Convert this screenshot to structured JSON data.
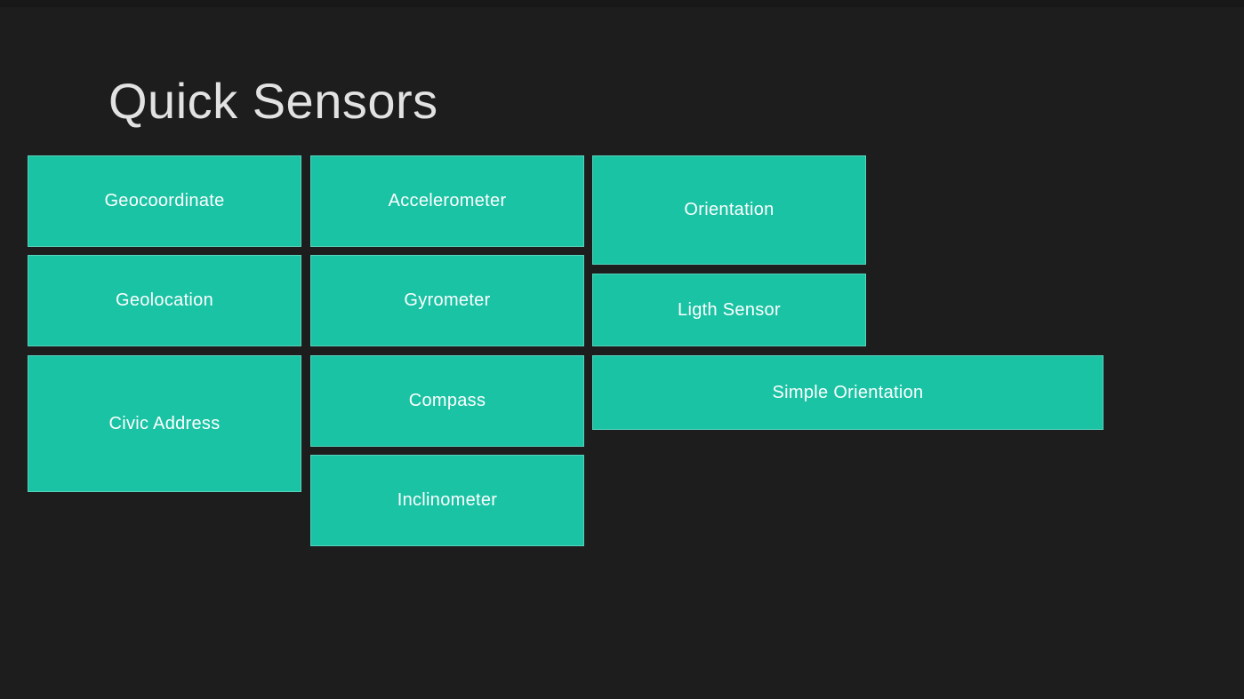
{
  "app": {
    "title": "Quick Sensors"
  },
  "colors": {
    "background": "#1d1d1e",
    "top-edge": "#181819",
    "tile": "#19c3a4",
    "tile-border": "rgba(255,255,255,0.28)",
    "tile-text": "#ffffff",
    "title-text": "#e2e2e2"
  },
  "tiles": [
    {
      "id": "geocoordinate",
      "label": "Geocoordinate"
    },
    {
      "id": "geolocation",
      "label": "Geolocation"
    },
    {
      "id": "civic-address",
      "label": "Civic Address"
    },
    {
      "id": "accelerometer",
      "label": "Accelerometer"
    },
    {
      "id": "gyrometer",
      "label": "Gyrometer"
    },
    {
      "id": "compass",
      "label": "Compass"
    },
    {
      "id": "inclinometer",
      "label": "Inclinometer"
    },
    {
      "id": "orientation",
      "label": "Orientation"
    },
    {
      "id": "light-sensor",
      "label": "Ligth Sensor"
    },
    {
      "id": "simple-orientation",
      "label": "Simple Orientation"
    }
  ]
}
